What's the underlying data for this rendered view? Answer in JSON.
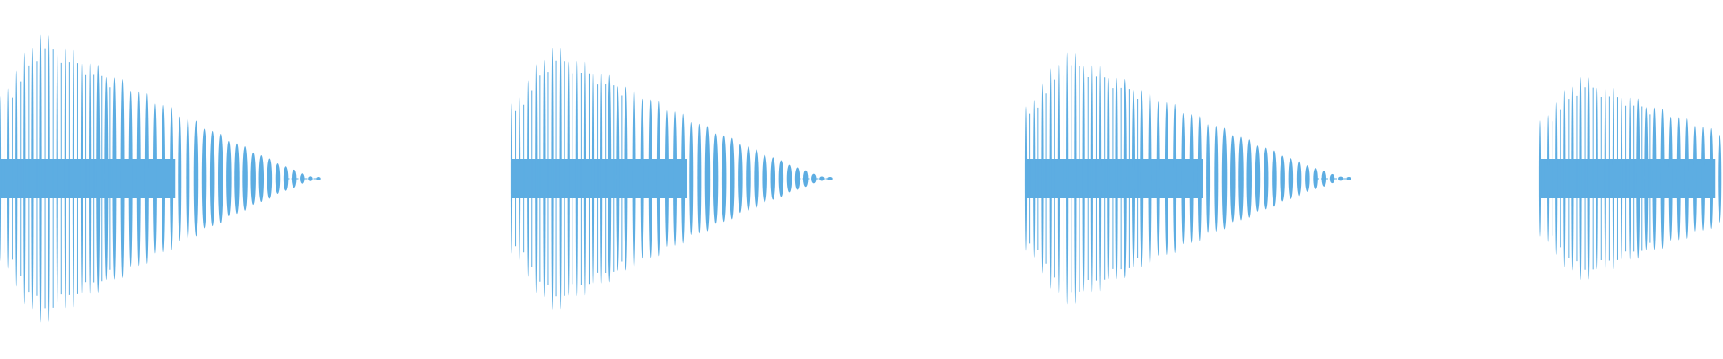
{
  "waveform": {
    "color": "#5dade2",
    "background": "#ffffff",
    "bursts": [
      {
        "peak_amplitude": 0.88,
        "oscillations": 40,
        "envelope": "fast-attack-linear-decay"
      },
      {
        "peak_amplitude": 0.8,
        "oscillations": 40,
        "envelope": "fast-attack-linear-decay"
      },
      {
        "peak_amplitude": 0.77,
        "oscillations": 40,
        "envelope": "fast-attack-linear-decay"
      },
      {
        "peak_amplitude": 0.62,
        "oscillations": 40,
        "envelope": "fast-attack-linear-decay",
        "truncated_at_right_edge": true
      }
    ]
  }
}
